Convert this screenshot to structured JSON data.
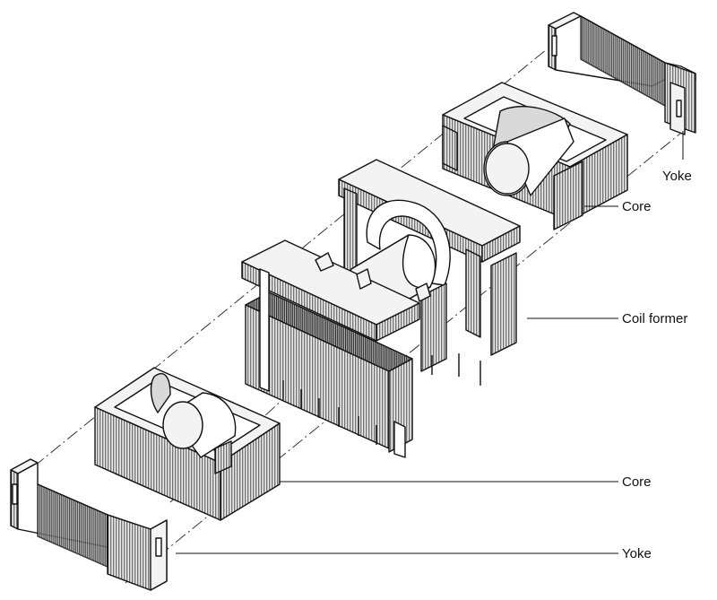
{
  "labels": {
    "yoke_top": "Yoke",
    "core_top": "Core",
    "coil_former": "Coil former",
    "core_bottom": "Core",
    "yoke_bottom": "Yoke"
  }
}
